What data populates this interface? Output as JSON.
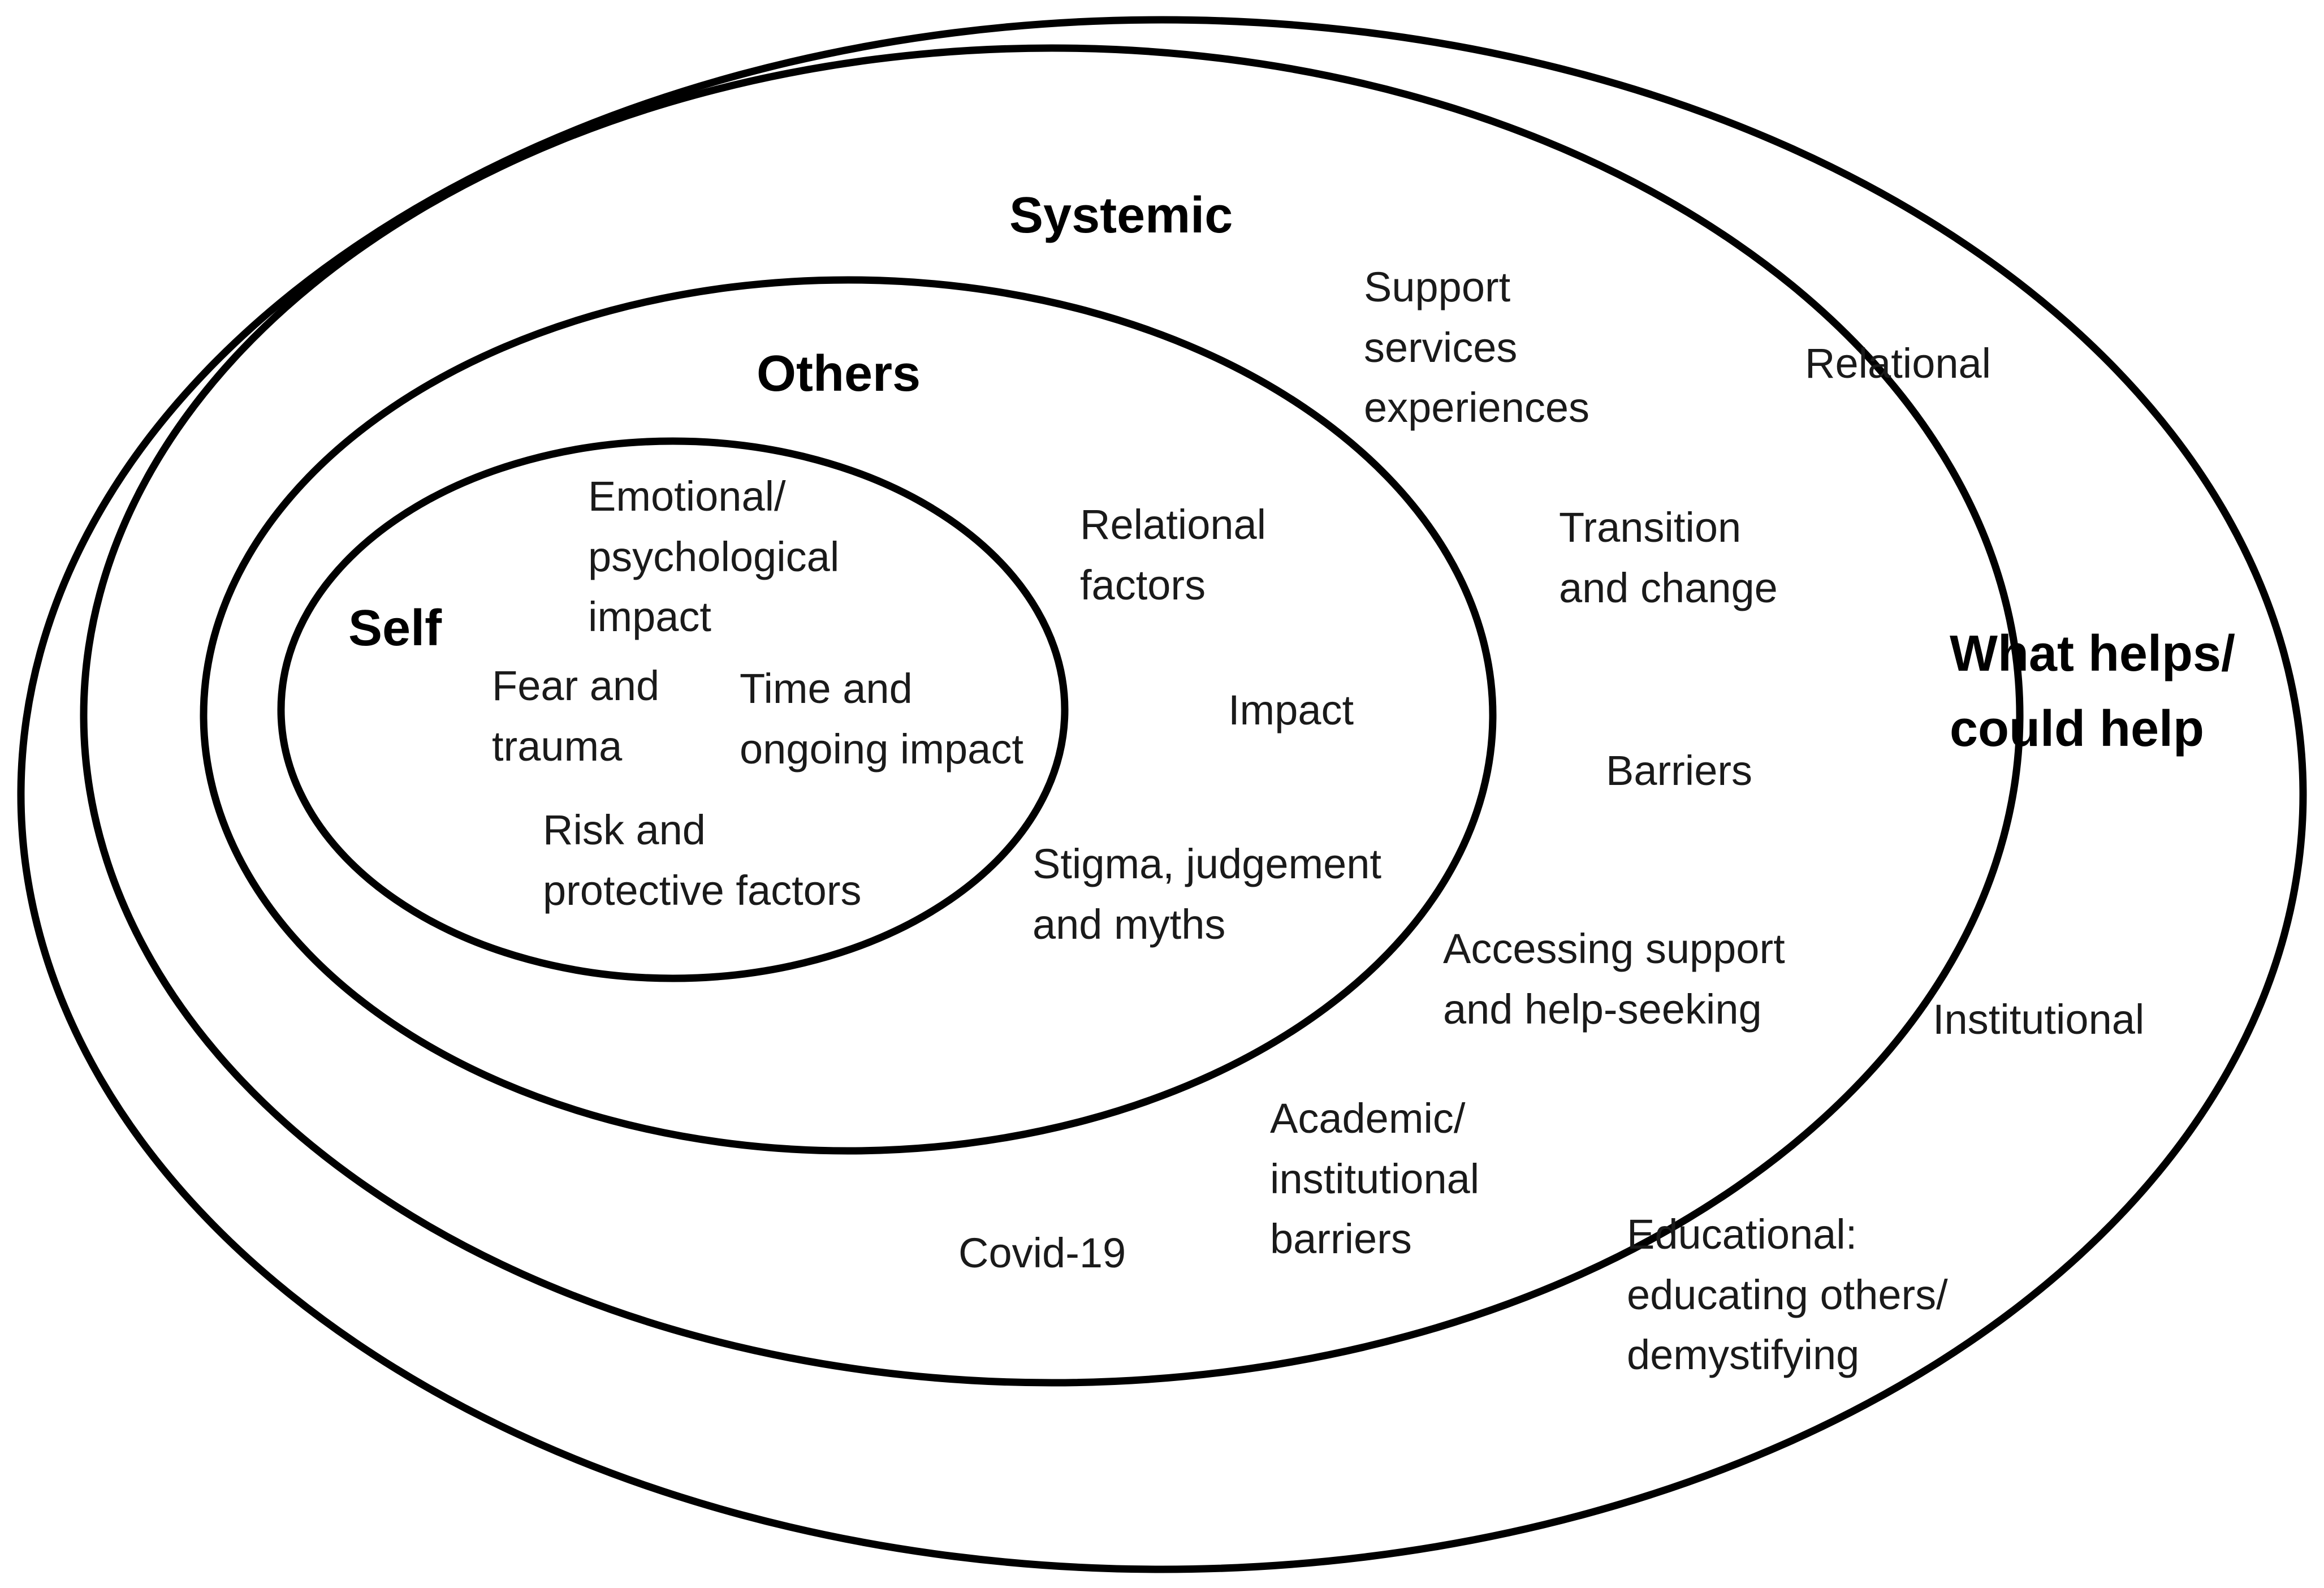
{
  "layers": {
    "self": {
      "title": "Self",
      "themes": {
        "emotional": "Emotional/\npsychological\nimpact",
        "fear": "Fear and\ntrauma",
        "time": "Time and\nongoing impact",
        "risk": "Risk and\nprotective factors"
      }
    },
    "others": {
      "title": "Others",
      "themes": {
        "relational_factors": "Relational\nfactors",
        "impact": "Impact",
        "stigma": "Stigma, judgement\nand myths"
      }
    },
    "systemic": {
      "title": "Systemic",
      "themes": {
        "support_services": "Support\nservices\nexperiences",
        "transition": "Transition\nand change",
        "barriers": "Barriers",
        "accessing_support": "Accessing support\nand help-seeking",
        "academic": "Academic/\ninstitutional\nbarriers",
        "covid": "Covid-19"
      }
    },
    "what_helps": {
      "title": "What helps/\ncould help",
      "themes": {
        "relational": "Relational",
        "institutional": "Institutional",
        "educational": "Educational:\neducating others/\ndemystifying"
      }
    }
  },
  "colors": {
    "stroke": "#000000",
    "background": "#ffffff",
    "text": "#1a1a1a"
  }
}
